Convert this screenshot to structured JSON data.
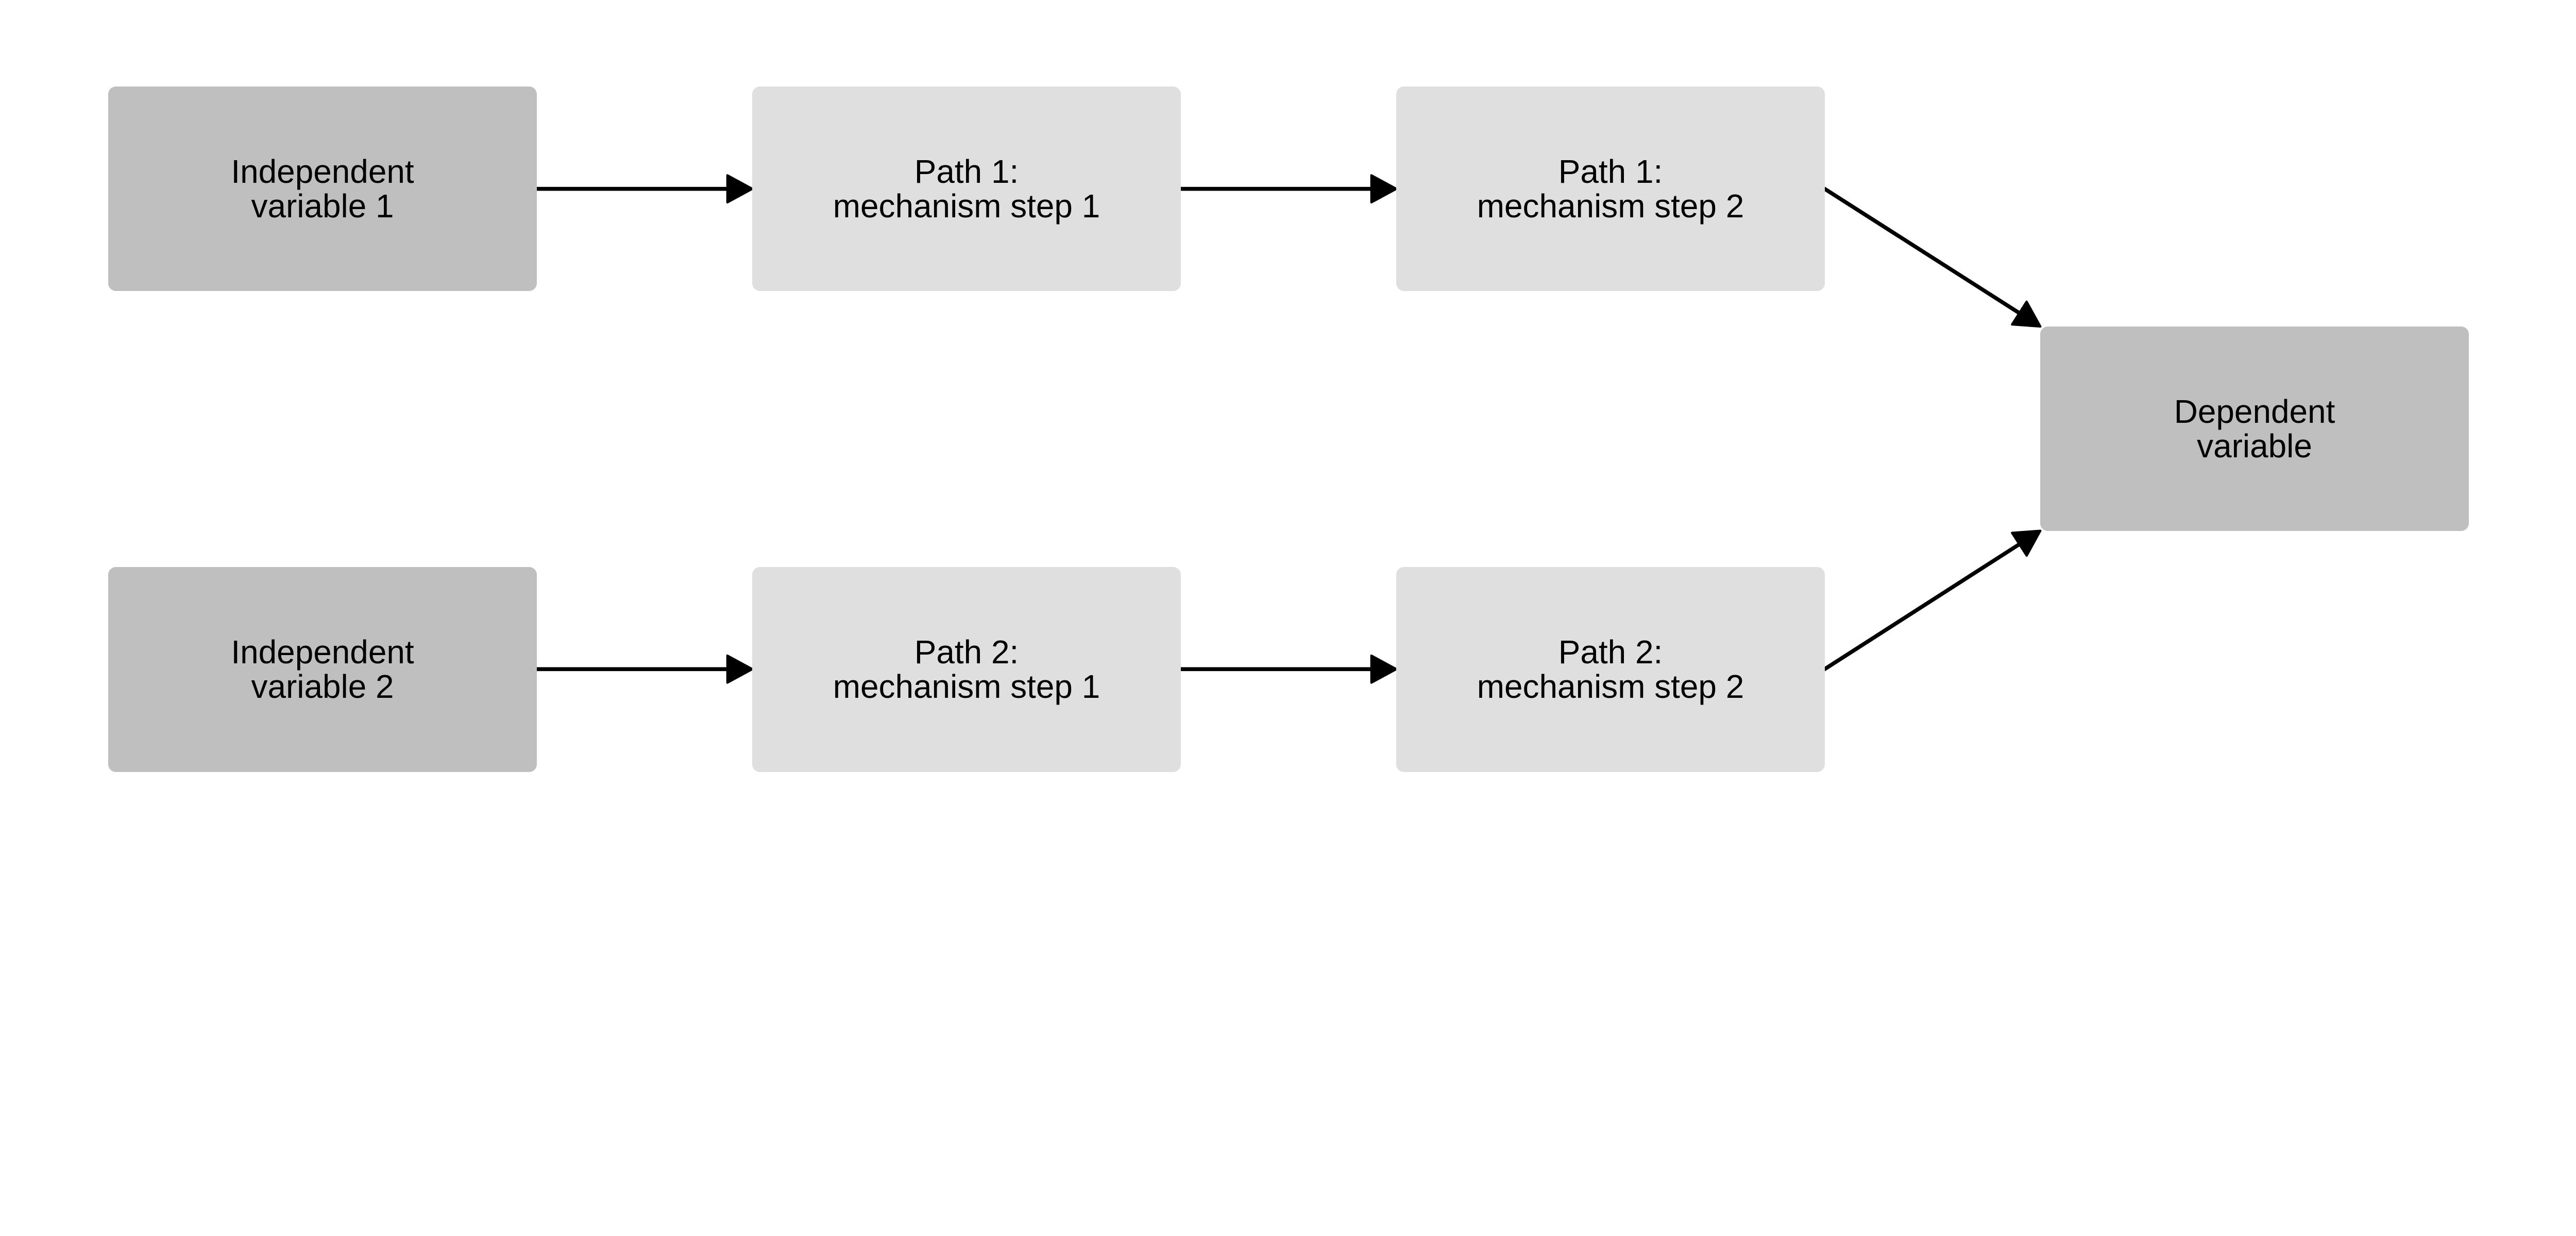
{
  "colors": {
    "independent_fill": "#bfbfbf",
    "mechanism_fill": "#dfdfdf",
    "dependent_fill": "#bfbfbf",
    "arrow": "#000000"
  },
  "nodes": {
    "iv1": {
      "line1": "Independent",
      "line2": "variable 1"
    },
    "iv2": {
      "line1": "Independent",
      "line2": "variable 2"
    },
    "p1s1": {
      "line1": "Path 1:",
      "line2": "mechanism step 1"
    },
    "p1s2": {
      "line1": "Path 1:",
      "line2": "mechanism step 2"
    },
    "p2s1": {
      "line1": "Path 2:",
      "line2": "mechanism step 1"
    },
    "p2s2": {
      "line1": "Path 2:",
      "line2": "mechanism step 2"
    },
    "dv": {
      "line1": "Dependent",
      "line2": "variable"
    }
  },
  "edges": [
    {
      "from": "iv1",
      "to": "p1s1"
    },
    {
      "from": "p1s1",
      "to": "p1s2"
    },
    {
      "from": "p1s2",
      "to": "dv"
    },
    {
      "from": "iv2",
      "to": "p2s1"
    },
    {
      "from": "p2s1",
      "to": "p2s2"
    },
    {
      "from": "p2s2",
      "to": "dv"
    }
  ]
}
